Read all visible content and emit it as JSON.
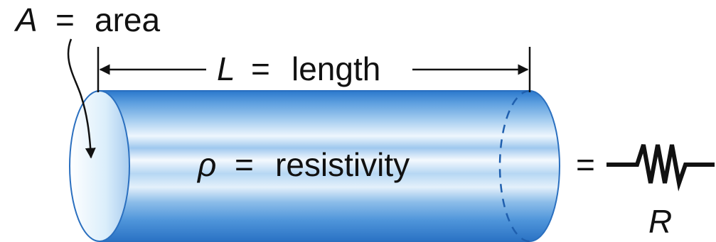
{
  "labels": {
    "area_var": "A",
    "area_eq": "=",
    "area_word": "area",
    "length_var": "L",
    "length_eq": "=",
    "length_word": "length",
    "resist_var": "ρ",
    "resist_eq": "=",
    "resist_word": "resistivity",
    "equals": "=",
    "resistance_var": "R"
  },
  "colors": {
    "cylinder_dark": "#2f7fd0",
    "cylinder_light": "#e8f3fc",
    "cylinder_mid": "#7fb6e6",
    "end_cap": "#cfe6f8",
    "ink": "#111111"
  }
}
